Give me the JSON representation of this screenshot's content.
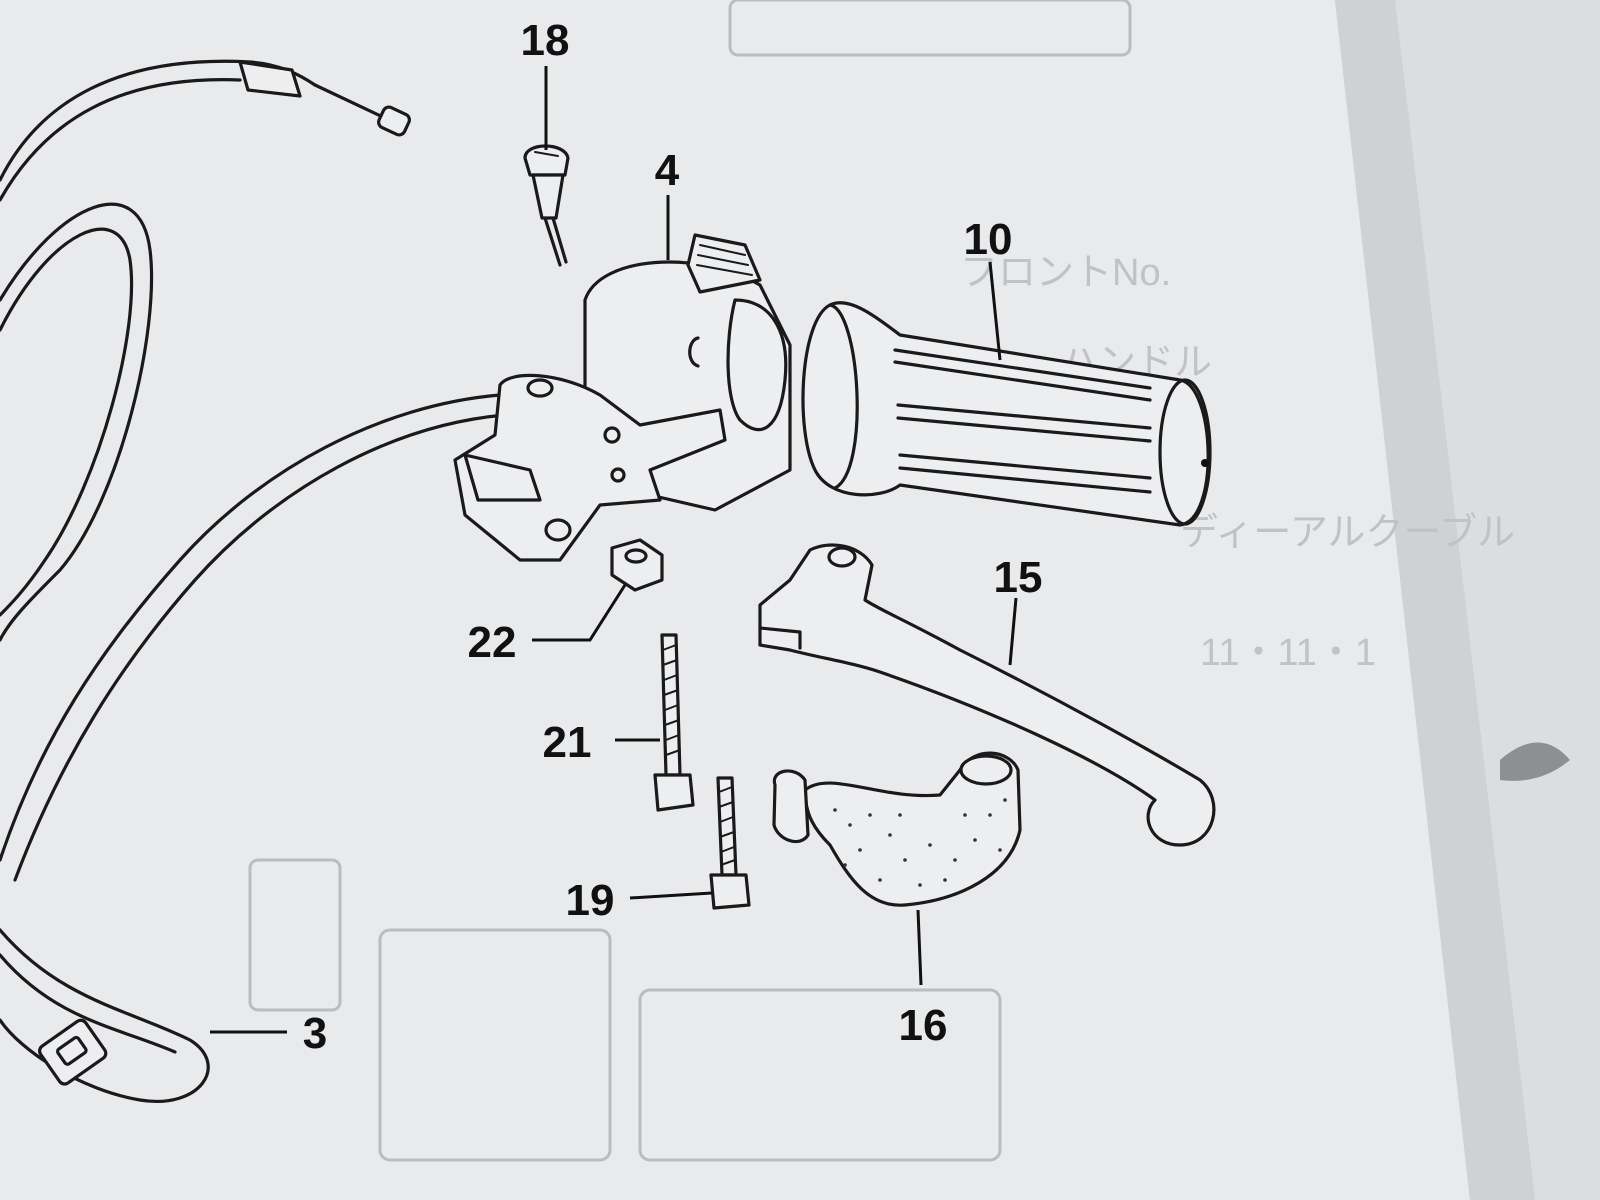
{
  "diagram": {
    "callouts": [
      {
        "id": "18",
        "part": "handlebar-switch-screw"
      },
      {
        "id": "4",
        "part": "switch-housing"
      },
      {
        "id": "10",
        "part": "throttle-grip"
      },
      {
        "id": "15",
        "part": "clutch-lever"
      },
      {
        "id": "22",
        "part": "hex-nut"
      },
      {
        "id": "21",
        "part": "long-bolt"
      },
      {
        "id": "19",
        "part": "short-bolt"
      },
      {
        "id": "16",
        "part": "lever-boot"
      },
      {
        "id": "3",
        "part": "cable-band"
      }
    ]
  },
  "bleed_through": {
    "lines": [
      "フロントNo.",
      "ハンドル",
      "ディーアルクーブル",
      "11・11・1"
    ]
  },
  "colors": {
    "page": "#e9eaec",
    "ink": "#1a1a1a",
    "shadow": "#c9cbcd",
    "ghost": "#bfc2c6"
  }
}
